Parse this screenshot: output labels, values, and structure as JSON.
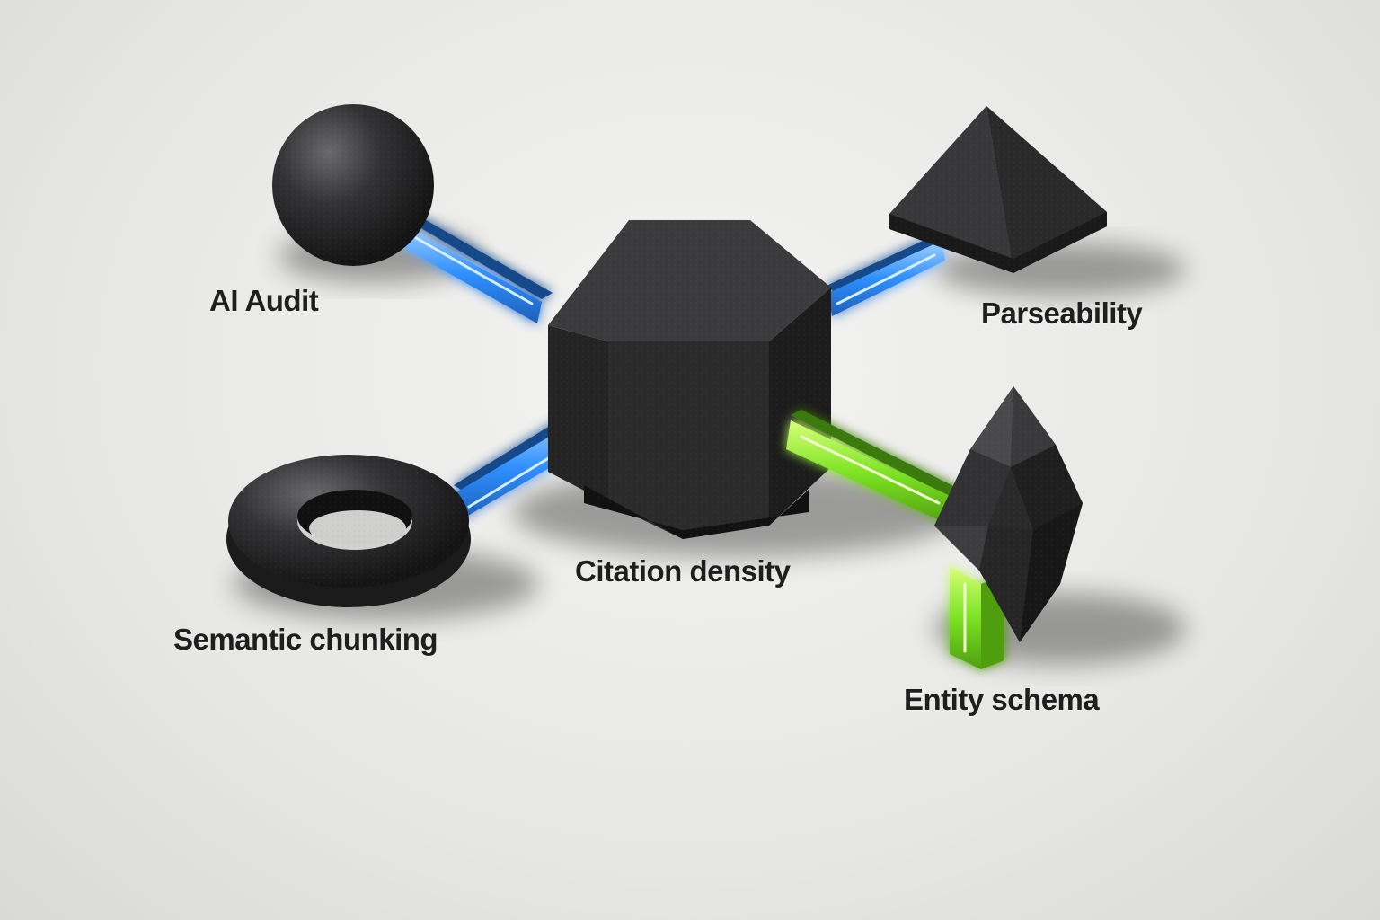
{
  "nodes": {
    "ai_audit": {
      "label": "AI Audit",
      "shape": "sphere"
    },
    "parseability": {
      "label": "Parseability",
      "shape": "pyramid"
    },
    "citation_density": {
      "label": "Citation density",
      "shape": "hexagonal-prism"
    },
    "semantic_chunking": {
      "label": "Semantic chunking",
      "shape": "torus"
    },
    "entity_schema": {
      "label": "Entity schema",
      "shape": "crystal"
    }
  },
  "connectors": [
    {
      "from": "ai_audit",
      "to": "citation_density",
      "color": "#2f8fff"
    },
    {
      "from": "parseability",
      "to": "citation_density",
      "color": "#2f8fff"
    },
    {
      "from": "semantic_chunking",
      "to": "citation_density",
      "color": "#2f8fff"
    },
    {
      "from": "citation_density",
      "to": "entity_schema",
      "color": "#7be322"
    }
  ],
  "colors": {
    "shape_fill": "#2c2c2d",
    "blue_glow": "#2f8fff",
    "green_glow": "#7be322",
    "background": "#e7e7e5"
  }
}
